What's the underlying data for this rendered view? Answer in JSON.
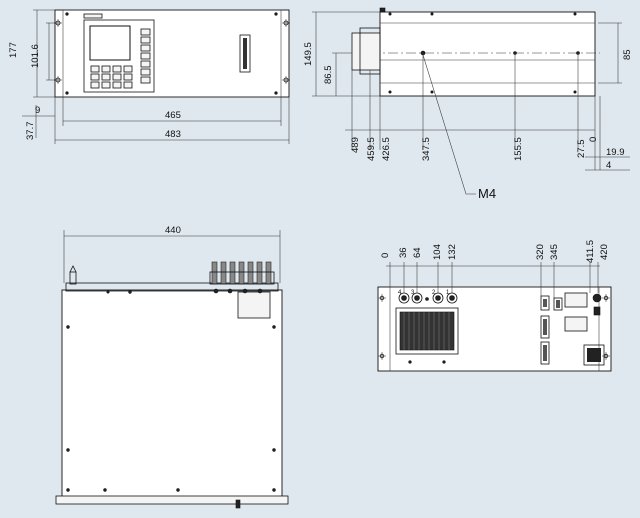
{
  "background": "#dfe8ee",
  "front_view": {
    "h_dims": [
      "465",
      "483"
    ],
    "v_dims": [
      "177",
      "101.6",
      "37.7"
    ],
    "side_dims": [
      "9"
    ]
  },
  "side_view": {
    "h_dims": [
      "489",
      "459.5",
      "426.5",
      "347.5",
      "155.5",
      "27.5",
      "0",
      "19.9",
      "4"
    ],
    "v_dims": [
      "149.5",
      "86.5",
      "85"
    ],
    "callout": "M4"
  },
  "top_view": {
    "width_dim": "440"
  },
  "rear_view": {
    "h_dims": [
      "0",
      "36",
      "64",
      "104",
      "132",
      "320",
      "345",
      "411.5",
      "420"
    ],
    "port_labels": [
      "4",
      "3",
      "2",
      "1"
    ]
  }
}
